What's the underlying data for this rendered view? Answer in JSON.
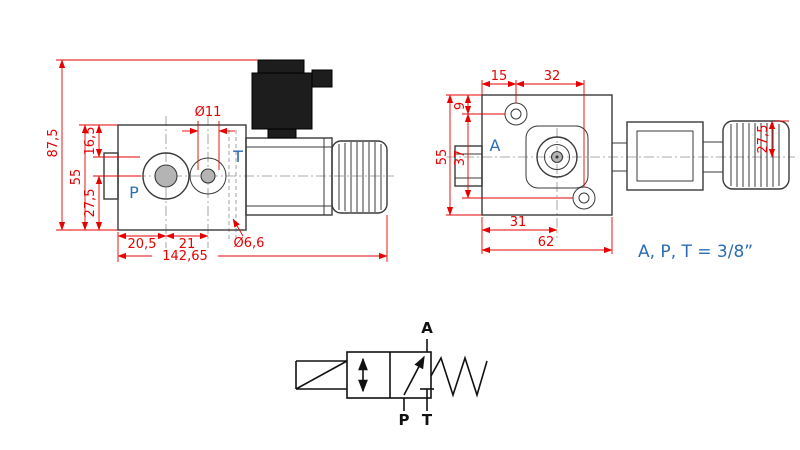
{
  "drawing": {
    "title": "Solenoid hydraulic valve dimensional drawing",
    "colors": {
      "dimension": "#e60000",
      "port_label": "#2a6db5",
      "outline": "#3a3a3a",
      "symbol": "#111111"
    },
    "side_view": {
      "dims": {
        "total_height": "87,5",
        "top_offset": "16,5",
        "body_height": "55",
        "port_axis_height": "27,5",
        "hole_diameter": "Ø11",
        "hole_spacing_left": "20,5",
        "hole_spacing_right": "21",
        "mount_hole_diameter": "Ø6,6",
        "total_length": "142,65"
      },
      "port_p": "P",
      "port_t": "T"
    },
    "top_view": {
      "dims": {
        "hole_offset_x": "15",
        "hole_spacing_x": "32",
        "hole_offset_y": "9",
        "hole_spacing_y": "37",
        "body_height": "55",
        "axis_offset": "27,5",
        "port_offset": "31",
        "body_width": "62"
      },
      "port_a": "A",
      "thread_note": "A, P, T = 3/8”"
    },
    "symbol": {
      "port_a": "A",
      "port_p": "P",
      "port_t": "T"
    }
  }
}
